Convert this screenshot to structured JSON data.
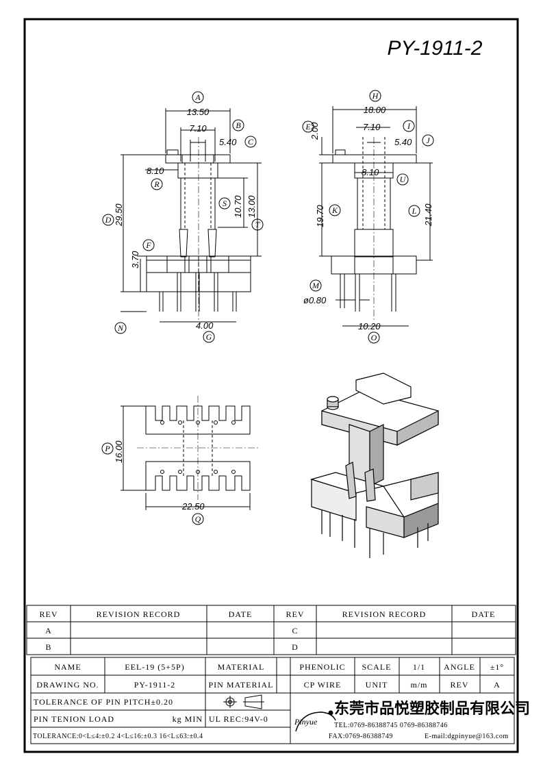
{
  "title": "PY-1911-2",
  "dimensions": {
    "top_width": "13.50",
    "inner_width": "7.10",
    "slot_width": "5.40",
    "core_width": "8.10",
    "total_height": "29.50",
    "winding_height": "10.70",
    "body_height": "13.00",
    "base_height": "3.70",
    "pin_pitch": "4.00",
    "side_width": "18.00",
    "side_flange": "2.00",
    "side_inner": "7.10",
    "side_slot": "5.40",
    "side_core": "8.10",
    "side_winding": "19.70",
    "side_height": "21.40",
    "pin_diameter": "ø0.80",
    "pin_row": "10.20",
    "bottom_height": "16.00",
    "bottom_width": "22.50"
  },
  "callouts": [
    "A",
    "B",
    "C",
    "D",
    "E",
    "F",
    "G",
    "H",
    "I",
    "J",
    "K",
    "L",
    "M",
    "N",
    "O",
    "P",
    "Q",
    "R",
    "S",
    "T",
    "U"
  ],
  "revision_table": {
    "headers": [
      "REV",
      "REVISION RECORD",
      "DATE",
      "REV",
      "REVISION RECORD",
      "DATE"
    ],
    "rows": [
      [
        "A",
        "",
        "",
        "C",
        "",
        ""
      ],
      [
        "B",
        "",
        "",
        "D",
        "",
        ""
      ]
    ]
  },
  "title_block": {
    "name_label": "NAME",
    "name_value": "EEL-19 (5+5P)",
    "material_label": "MATERIAL",
    "material_value": "PHENOLIC",
    "scale_label": "SCALE",
    "scale_value": "1/1",
    "angle_label": "ANGLE",
    "angle_value": "±1°",
    "drawing_label": "DRAWING NO.",
    "drawing_value": "PY-1911-2",
    "pin_material_label": "PIN MATERIAL",
    "pin_material_value": "CP WIRE",
    "unit_label": "UNIT",
    "unit_value": "m/m",
    "rev_label": "REV",
    "rev_value": "A",
    "tolerance_pitch": "TOLERANCE OF PIN PITCH±0.20",
    "pin_tension_label": "PIN TENION LOAD",
    "pin_tension_value": "kg MIN",
    "ul_rec": "UL REC:94V-0",
    "tolerance_ranges": "TOLERANCE:0<L≤4:±0.2  4<L≤16:±0.3  16<L≤63:±0.4",
    "company": "东莞市品悦塑胶制品有限公司",
    "logo": "Pinyue",
    "tel": "TEL:0769-86388745    0769-86388746",
    "fax": "FAX:0769-86388749",
    "email": "E-mail:dgpinyue@163.com"
  }
}
